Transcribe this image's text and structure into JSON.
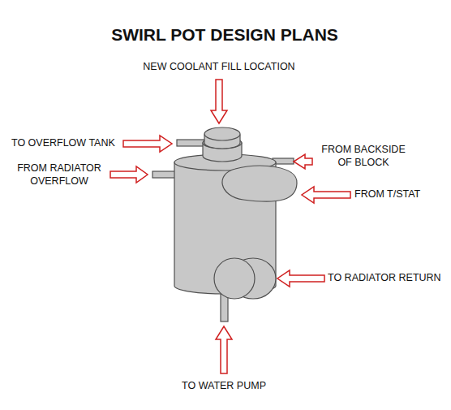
{
  "diagram": {
    "title": "SWIRL POT DESIGN PLANS",
    "labels": [
      "NEW COOLANT FILL LOCATION",
      "TO OVERFLOW TANK",
      "FROM BACKSIDE OF BLOCK",
      "FROM RADIATOR OVERFLOW",
      "FROM T/STAT",
      "TO RADIATOR RETURN",
      "TO WATER PUMP"
    ]
  }
}
